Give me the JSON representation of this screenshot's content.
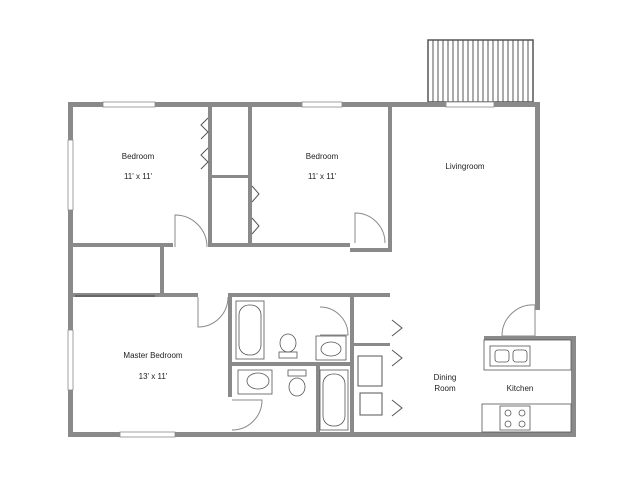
{
  "rooms": {
    "bedroom1": {
      "name": "Bedroom",
      "size": "11' x 11'"
    },
    "bedroom2": {
      "name": "Bedroom",
      "size": "11' x 11'"
    },
    "livingroom": {
      "name": "Livingroom"
    },
    "master": {
      "name": "Master Bedroom",
      "size": "13' x 11'"
    },
    "dining": {
      "line1": "Dining",
      "line2": "Room"
    },
    "kitchen": {
      "name": "Kitchen"
    }
  }
}
